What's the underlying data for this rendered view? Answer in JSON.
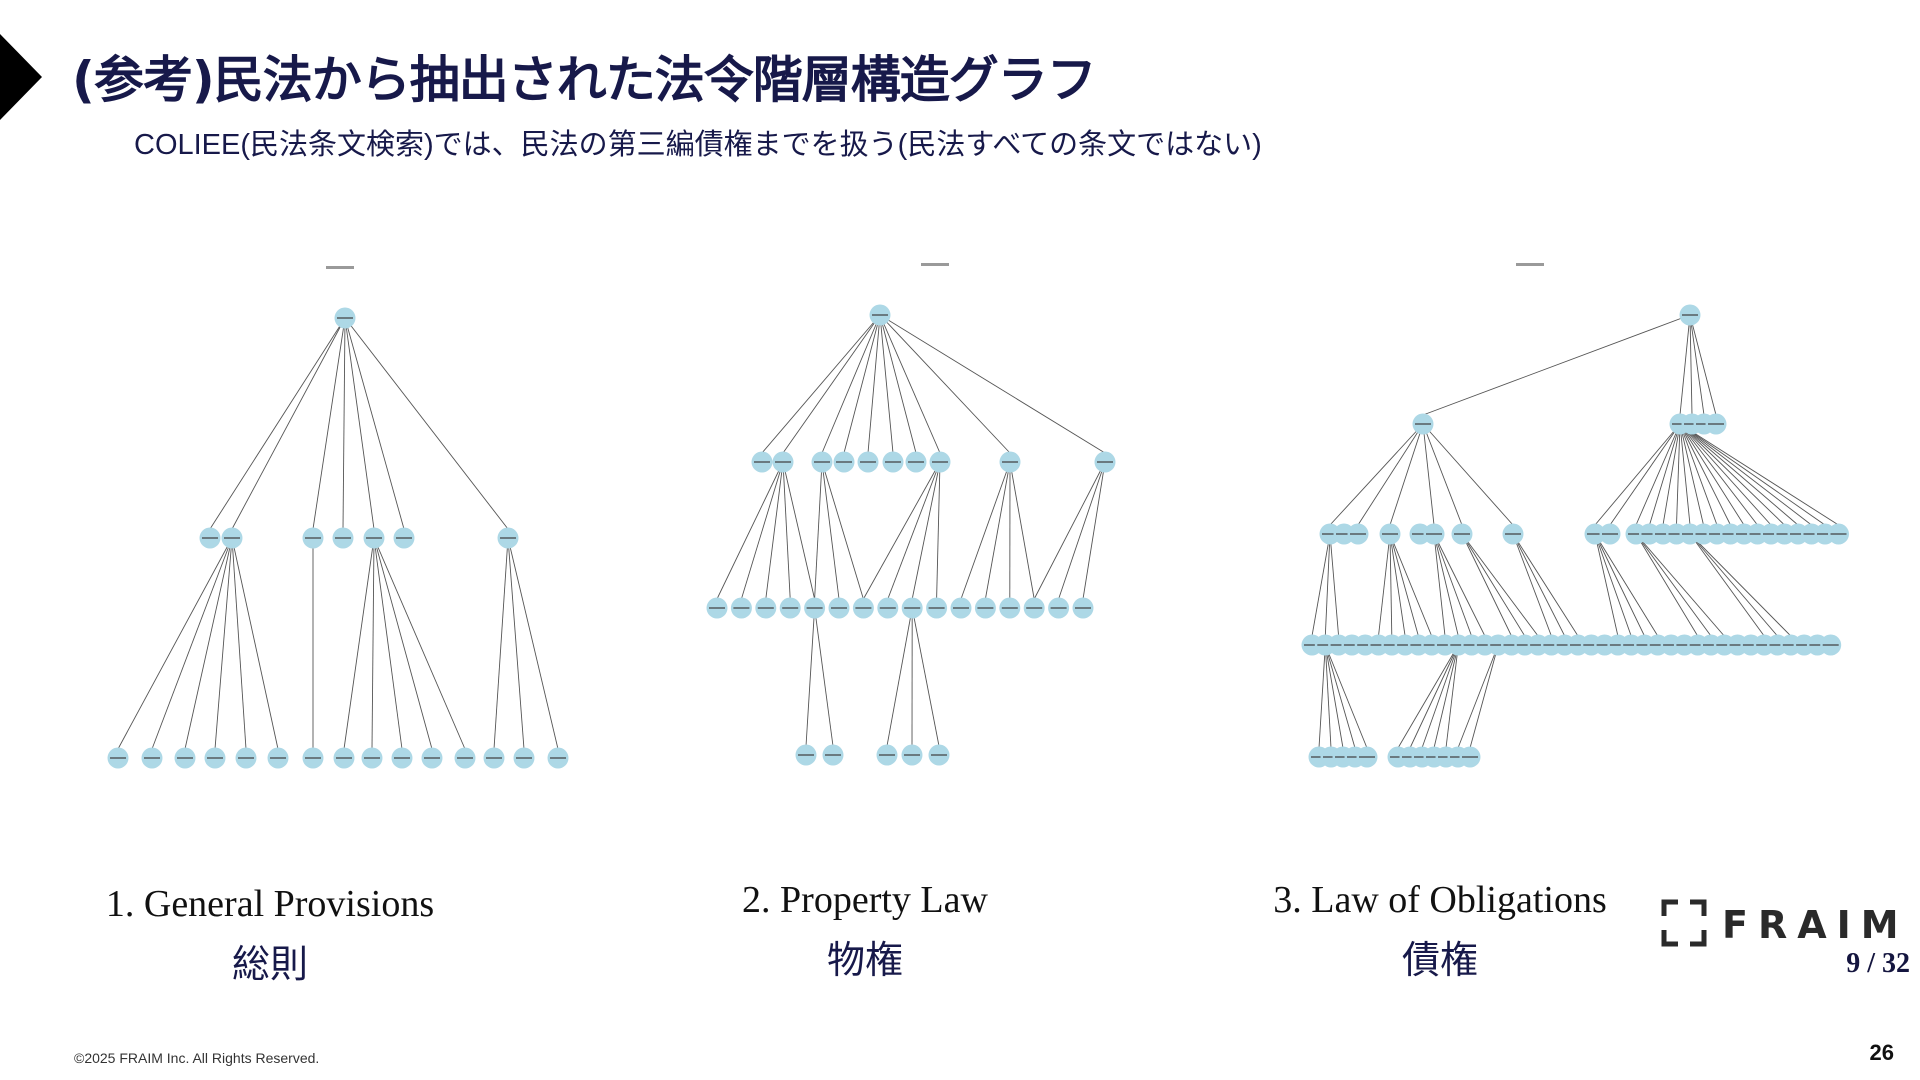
{
  "slide": {
    "title": "(参考)民法から抽出された法令階層構造グラフ",
    "subtitle": "COLIEE(民法条文検索)では、民法の第三編債権までを扱う(民法すべての条文ではない)",
    "copyright": "©2025 FRAIM Inc. All Rights Reserved.",
    "page_number": "26",
    "page_fraction": "9 / 32",
    "logo_text": "FRAIM"
  },
  "colors": {
    "title": "#17194a",
    "node_fill": "#add8e6",
    "edge": "#555555",
    "marker": "#000000"
  },
  "panels": [
    {
      "caption_en": "1. General Provisions",
      "caption_ja": "総則"
    },
    {
      "caption_en": "2. Property Law",
      "caption_ja": "物権"
    },
    {
      "caption_en": "3. Law of Obligations",
      "caption_ja": "債権"
    }
  ]
}
